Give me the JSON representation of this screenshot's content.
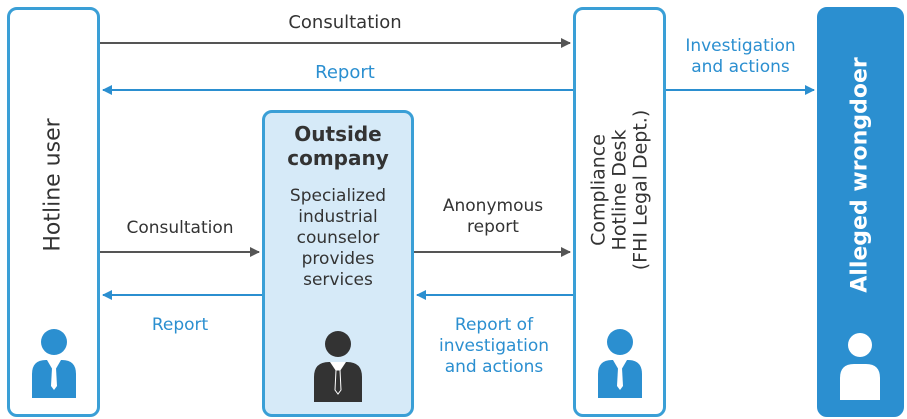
{
  "nodes": {
    "hotline_user": "Hotline user",
    "compliance_desk": [
      "Compliance",
      "Hotline Desk",
      "(FHI Legal Dept.)"
    ],
    "alleged_wrongdoer": "Alleged wrongdoer",
    "outside_company": {
      "title": [
        "Outside",
        "company"
      ],
      "description": [
        "Specialized",
        "industrial",
        "counselor",
        "provides",
        "services"
      ]
    }
  },
  "flows": {
    "top_consultation": "Consultation",
    "top_report": "Report",
    "investigation": [
      "Investigation",
      "and actions"
    ],
    "left_consultation": "Consultation",
    "left_report": "Report",
    "anonymous_report": [
      "Anonymous",
      "report"
    ],
    "report_of_investigation": [
      "Report of",
      "investigation",
      "and actions"
    ]
  },
  "colors": {
    "accent_blue": "#2b8fd0",
    "border_blue": "#3a9fd6",
    "outside_fill": "#d6eaf8",
    "dark_text": "#333333"
  },
  "icons": [
    "person-icon"
  ]
}
